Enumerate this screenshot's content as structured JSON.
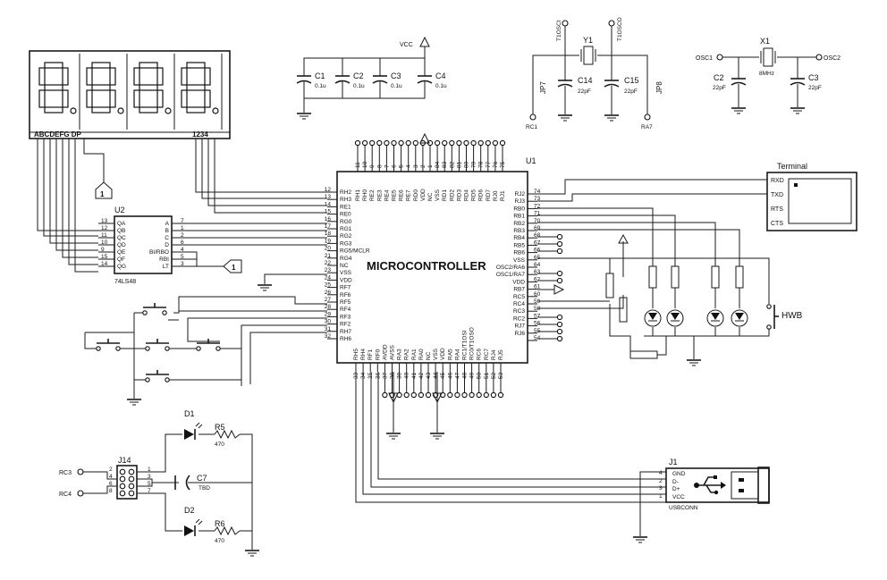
{
  "display": {
    "seg_label": "ABCDEFG DP",
    "digit_label": "1234"
  },
  "u2": {
    "ref": "U2",
    "part": "74LS48",
    "left_pins": [
      {
        "num": "13",
        "name": "QA"
      },
      {
        "num": "12",
        "name": "QB"
      },
      {
        "num": "11",
        "name": "QC"
      },
      {
        "num": "10",
        "name": "QD"
      },
      {
        "num": "9",
        "name": "QE"
      },
      {
        "num": "15",
        "name": "QF"
      },
      {
        "num": "14",
        "name": "QG"
      }
    ],
    "right_pins": [
      {
        "num": "7",
        "name": "A"
      },
      {
        "num": "1",
        "name": "B"
      },
      {
        "num": "2",
        "name": "C"
      },
      {
        "num": "6",
        "name": "D"
      },
      {
        "num": "4",
        "name": "BI/RBO"
      },
      {
        "num": "5",
        "name": "RBI"
      },
      {
        "num": "3",
        "name": "LT"
      }
    ]
  },
  "flag": "1",
  "caps_top": {
    "vcc": "VCC",
    "items": [
      {
        "ref": "C1",
        "val": "0.1u"
      },
      {
        "ref": "C2",
        "val": "0.1u"
      },
      {
        "ref": "C3",
        "val": "0.1u"
      },
      {
        "ref": "C4",
        "val": "0.1u"
      }
    ]
  },
  "osc1": {
    "y1": "Y1",
    "t1osci": "T1OSCI",
    "t1osco": "T1OSCO",
    "jp7": "JP7",
    "jp8": "JP8",
    "rc1": "RC1",
    "ra7": "RA7",
    "c14": {
      "ref": "C14",
      "val": "22pF"
    },
    "c15": {
      "ref": "C15",
      "val": "22pF"
    }
  },
  "osc2": {
    "x1": "X1",
    "freq": "8MHz",
    "in": "OSC1",
    "out": "OSC2",
    "c2": {
      "ref": "C2",
      "val": "22pF"
    },
    "c3": {
      "ref": "C3",
      "val": "22pF"
    }
  },
  "mcu": {
    "ref": "U1",
    "name": "MICROCONTROLLER",
    "left_pins": [
      {
        "num": "12",
        "name": "RH2"
      },
      {
        "num": "13",
        "name": "RH3"
      },
      {
        "num": "14",
        "name": "RE1"
      },
      {
        "num": "15",
        "name": "RE0"
      },
      {
        "num": "16",
        "name": "RG0"
      },
      {
        "num": "17",
        "name": "RG1"
      },
      {
        "num": "18",
        "name": "RG2"
      },
      {
        "num": "19",
        "name": "RG3"
      },
      {
        "num": "20",
        "name": "RG5/MCLR"
      },
      {
        "num": "21",
        "name": "RG4"
      },
      {
        "num": "22",
        "name": "NC"
      },
      {
        "num": "23",
        "name": "VSS"
      },
      {
        "num": "24",
        "name": "VDD"
      },
      {
        "num": "25",
        "name": "RF7"
      },
      {
        "num": "26",
        "name": "RF6"
      },
      {
        "num": "27",
        "name": "RF5"
      },
      {
        "num": "28",
        "name": "RF4"
      },
      {
        "num": "29",
        "name": "RF3"
      },
      {
        "num": "30",
        "name": "RF2"
      },
      {
        "num": "31",
        "name": "RH7"
      },
      {
        "num": "32",
        "name": "RH6"
      }
    ],
    "right_pins": [
      {
        "num": "74",
        "name": "RJ2"
      },
      {
        "num": "73",
        "name": "RJ3"
      },
      {
        "num": "72",
        "name": "RB0"
      },
      {
        "num": "71",
        "name": "RB1"
      },
      {
        "num": "70",
        "name": "RB2"
      },
      {
        "num": "69",
        "name": "RB3"
      },
      {
        "num": "68",
        "name": "RB4"
      },
      {
        "num": "67",
        "name": "RB5"
      },
      {
        "num": "66",
        "name": "RB6"
      },
      {
        "num": "65",
        "name": "VSS"
      },
      {
        "num": "64",
        "name": "OSC2/RA6"
      },
      {
        "num": "63",
        "name": "OSC1/RA7"
      },
      {
        "num": "62",
        "name": "VDD"
      },
      {
        "num": "61",
        "name": "RB7"
      },
      {
        "num": "60",
        "name": "RC5"
      },
      {
        "num": "59",
        "name": "RC4"
      },
      {
        "num": "58",
        "name": "RC3"
      },
      {
        "num": "57",
        "name": "RC2"
      },
      {
        "num": "56",
        "name": "RJ7"
      },
      {
        "num": "55",
        "name": "RJ6"
      },
      {
        "num": "54",
        "name": ""
      }
    ],
    "top_pins": [
      {
        "num": "11",
        "name": "RH1"
      },
      {
        "num": "10",
        "name": "RH0"
      },
      {
        "num": "9",
        "name": "RE2"
      },
      {
        "num": "8",
        "name": "RE3"
      },
      {
        "num": "7",
        "name": "RE4"
      },
      {
        "num": "6",
        "name": "RE5"
      },
      {
        "num": "5",
        "name": "RE6"
      },
      {
        "num": "4",
        "name": "RE7"
      },
      {
        "num": "3",
        "name": "RD0"
      },
      {
        "num": "2",
        "name": "VDD"
      },
      {
        "num": "1",
        "name": "NC"
      },
      {
        "num": "84",
        "name": "VSS"
      },
      {
        "num": "83",
        "name": "RD1"
      },
      {
        "num": "82",
        "name": "RD2"
      },
      {
        "num": "81",
        "name": "RD3"
      },
      {
        "num": "80",
        "name": "RD4"
      },
      {
        "num": "79",
        "name": "RD5"
      },
      {
        "num": "78",
        "name": "RD6"
      },
      {
        "num": "77",
        "name": "RD7"
      },
      {
        "num": "76",
        "name": "RJ0"
      },
      {
        "num": "75",
        "name": "RJ1"
      }
    ],
    "bottom_pins": [
      {
        "num": "33",
        "name": "RH5"
      },
      {
        "num": "34",
        "name": "RH4"
      },
      {
        "num": "35",
        "name": "RF1"
      },
      {
        "num": "36",
        "name": "RF0"
      },
      {
        "num": "37",
        "name": "AVDD"
      },
      {
        "num": "38",
        "name": "AVSS"
      },
      {
        "num": "39",
        "name": "RA3"
      },
      {
        "num": "40",
        "name": "RA2"
      },
      {
        "num": "41",
        "name": "RA1"
      },
      {
        "num": "42",
        "name": "RA0"
      },
      {
        "num": "43",
        "name": "NC"
      },
      {
        "num": "44",
        "name": "VSS"
      },
      {
        "num": "45",
        "name": "VDD"
      },
      {
        "num": "46",
        "name": "RA5"
      },
      {
        "num": "47",
        "name": "RA4"
      },
      {
        "num": "48",
        "name": "RC1/T1OSI"
      },
      {
        "num": "49",
        "name": "RC0/T1OSO"
      },
      {
        "num": "50",
        "name": "RC6"
      },
      {
        "num": "51",
        "name": "RC7"
      },
      {
        "num": "52",
        "name": "RJ4"
      },
      {
        "num": "53",
        "name": "RJ5"
      }
    ]
  },
  "terminal": {
    "title": "Terminal",
    "pins": [
      "RXD",
      "TXD",
      "RTS",
      "CTS"
    ]
  },
  "hwb": "HWB",
  "j14": {
    "ref": "J14",
    "rc3": "RC3",
    "rc4": "RC4",
    "left_nums": [
      "2",
      "4",
      "6",
      "8"
    ],
    "right_nums": [
      "1",
      "3",
      "5",
      "7"
    ]
  },
  "led_d1": {
    "ref": "D1"
  },
  "led_d2": {
    "ref": "D2"
  },
  "r5": {
    "ref": "R5",
    "val": "470"
  },
  "r6": {
    "ref": "R6",
    "val": "470"
  },
  "c7": {
    "ref": "C7",
    "val": "TBD"
  },
  "j1": {
    "ref": "J1",
    "part": "USBCONN",
    "pins": [
      {
        "num": "4",
        "name": "GND"
      },
      {
        "num": "2",
        "name": "D-"
      },
      {
        "num": "3",
        "name": "D+"
      },
      {
        "num": "1",
        "name": "VCC"
      }
    ]
  }
}
